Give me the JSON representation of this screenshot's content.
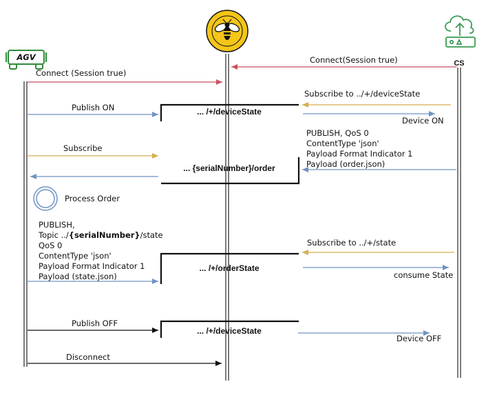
{
  "colors": {
    "red": "#c9525f",
    "blue": "#6f93c4",
    "yellow": "#d7ae4f",
    "black": "#111111",
    "agv_green": "#2e8b3a",
    "cs_green": "#3a9a55",
    "bee_yellow": "#f5c518"
  },
  "participants": {
    "agv": {
      "label": "AGV",
      "icon": "agv-vehicle-icon"
    },
    "broker": {
      "icon": "bee-broker-icon"
    },
    "cs": {
      "label": "CS",
      "icon": "cloud-upload-router-icon"
    }
  },
  "topics": {
    "device_state_1": "... /+/deviceState",
    "order": "... {serialNumber}/order",
    "order_state": "... /+/orderState",
    "device_state_2": "... /+/deviceState"
  },
  "process": {
    "label": "Process Order"
  },
  "messages": {
    "agv_connect": "Connect (Session true)",
    "cs_connect": "Connect(Session true)",
    "cs_subscribe_device": "Subscribe to  ../+/deviceState",
    "publish_on": "Publish ON",
    "device_on": "Device ON",
    "agv_subscribe": "Subscribe",
    "cs_publish_order": {
      "lines": [
        "PUBLISH, QoS 0",
        "ContentType 'json'",
        "Payload Format Indicator 1",
        "Payload (order.json)"
      ]
    },
    "agv_publish_state": {
      "line1": "PUBLISH,",
      "line2_prefix": "Topic ../",
      "line2_bold": "{serialNumber}",
      "line2_suffix": "/state",
      "line3": "QoS 0",
      "line4": "ContentType 'json'",
      "line5": "Payload Format Indicator 1",
      "line6": "Payload (state.json)"
    },
    "cs_subscribe_state": "Subscribe to  ../+/state",
    "consume_state": "consume State",
    "publish_off": "Publish OFF",
    "device_off": "Device OFF",
    "disconnect": "Disconnect"
  }
}
